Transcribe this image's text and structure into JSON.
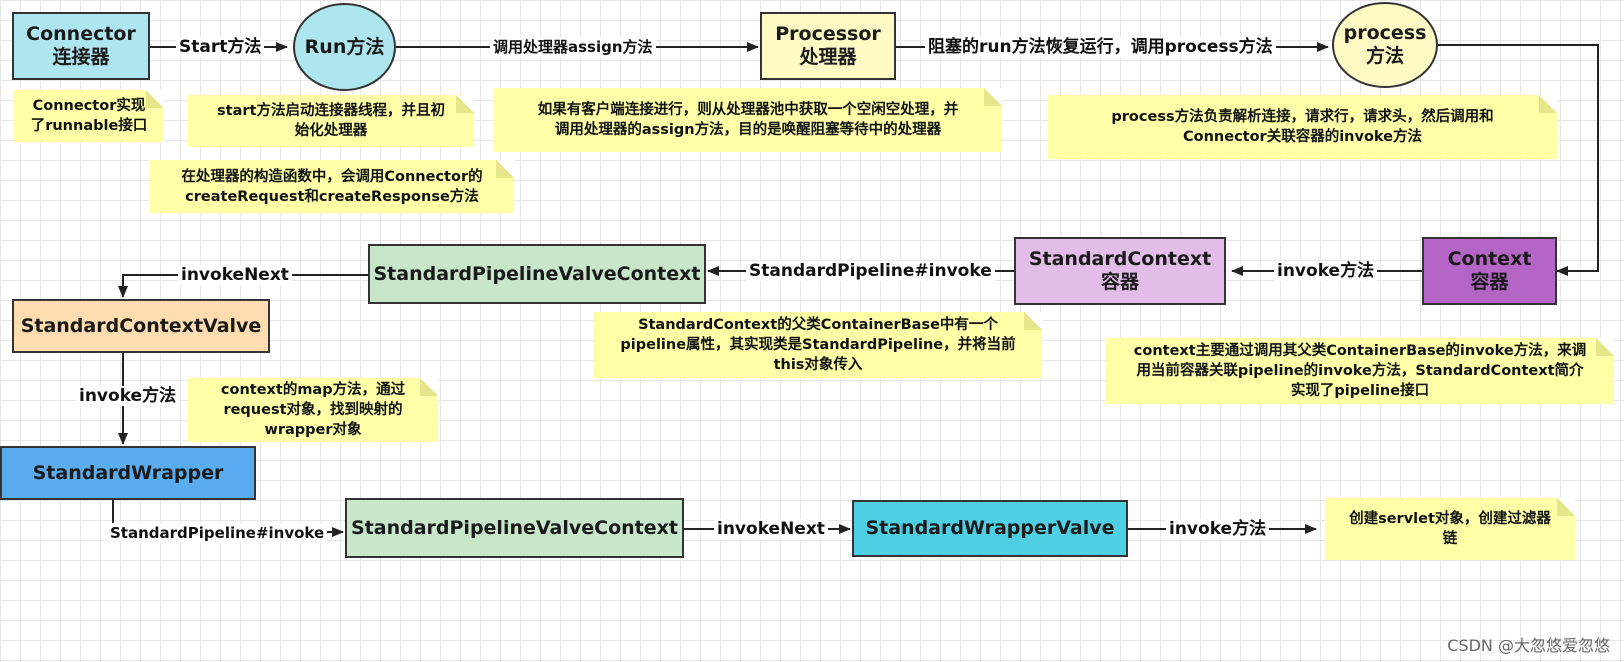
{
  "colors": {
    "connector": "#aee6f0",
    "run": "#aee6f0",
    "processor": "#fff9c4",
    "process": "#fff9c4",
    "context": "#b565c6",
    "standard_context": "#e2bde8",
    "pipeline_valve_context": "#c8e6c9",
    "context_valve": "#ffddb0",
    "wrapper": "#5aacf0",
    "wrapper_valve": "#4ecfe3",
    "note": "#ffffa8"
  },
  "nodes": {
    "connector": "Connector\n连接器",
    "run": "Run方法",
    "processor": "Processor\n处理器",
    "process": "process\n方法",
    "context": "Context\n容器",
    "standard_context": "StandardContext\n容器",
    "pipeline_valve_context_1": "StandardPipelineValveContext",
    "standard_context_valve": "StandardContextValve",
    "standard_wrapper": "StandardWrapper",
    "pipeline_valve_context_2": "StandardPipelineValveContext",
    "standard_wrapper_valve": "StandardWrapperValve"
  },
  "edges": {
    "start": "Start方法",
    "assign": "调用处理器assign方法",
    "resume": "阻塞的run方法恢复运行，调用process方法",
    "invoke_context": "invoke方法",
    "pipeline_invoke_1": "StandardPipeline#invoke",
    "invoke_next_1": "invokeNext",
    "invoke_wrapper": "invoke方法",
    "pipeline_invoke_2": "StandardPipeline#invoke",
    "invoke_next_2": "invokeNext",
    "invoke_servlet": "invoke方法"
  },
  "notes": {
    "connector_runnable": "Connector实现\n了runnable接口",
    "start_method": "start方法启动连接器线程，并且初\n始化处理器",
    "processor_constructor": "在处理器的构造函数中，会调用Connector的\ncreateRequest和createResponse方法",
    "processor_pool": "如果有客户端连接进行，则从处理器池中获取一个空闲空处理，并\n调用处理器的assign方法，目的是唤醒阻塞等待中的处理器",
    "process_method": "process方法负责解析连接，请求行，请求头，然后调用和\nConnector关联容器的invoke方法",
    "context_invoke": "context主要通过调用其父类ContainerBase的invoke方法，来调\n用当前容器关联pipeline的invoke方法，StandardContext简介\n实现了pipeline接口",
    "pipeline_attr": "StandardContext的父类ContainerBase中有一个\npipeline属性，其实现类是StandardPipeline，并将当前\nthis对象传入",
    "map_method": "context的map方法，通过\nrequest对象，找到映射的\nwrapper对象",
    "create_servlet": "创建servlet对象，创建过滤器\n链"
  },
  "watermark": "CSDN @大忽悠爱忽悠"
}
